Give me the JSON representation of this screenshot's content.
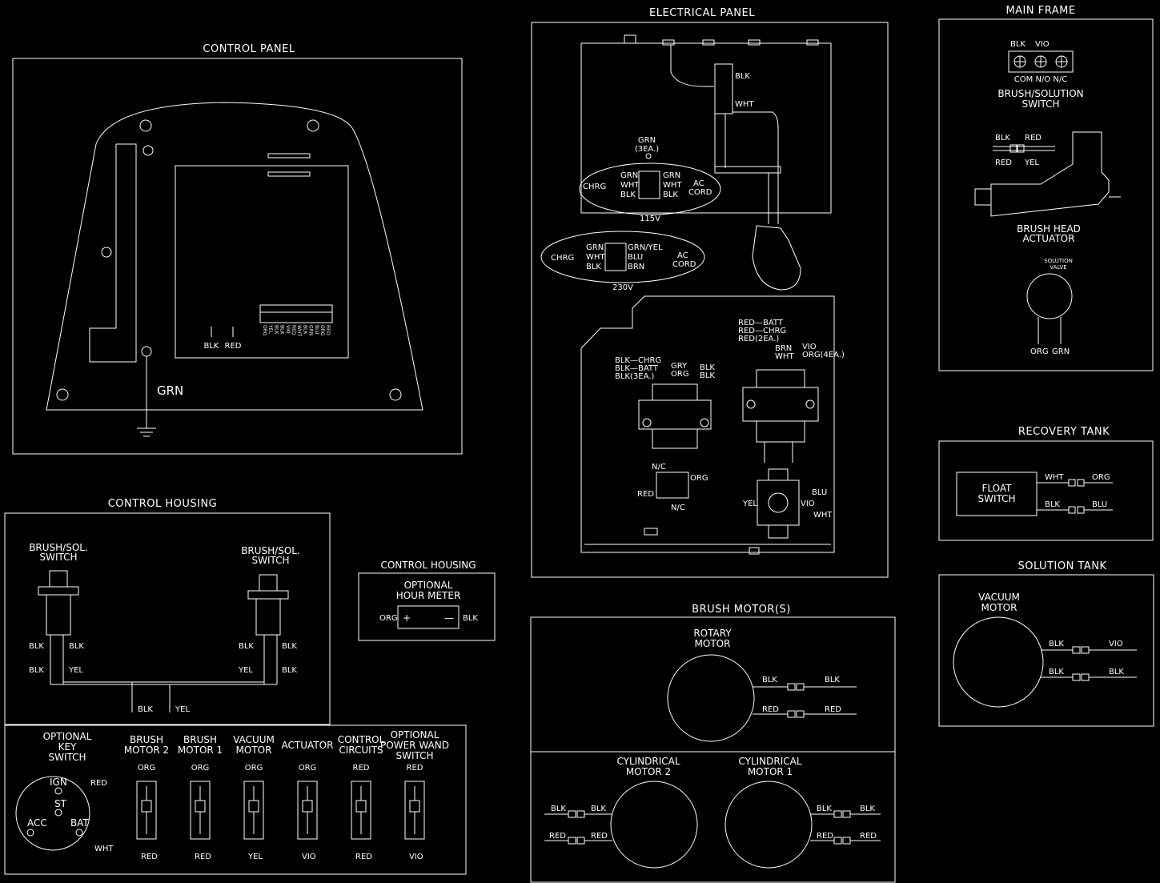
{
  "colors": {
    "background": "#000000",
    "line": "#ffffff"
  },
  "control_panel": {
    "title": "CONTROL PANEL",
    "blk": "BLK",
    "red": "RED",
    "grn": "GRN",
    "terms": [
      "ORG",
      "YEL",
      "BLK",
      "BLK",
      "VIO",
      "RED",
      "WHT",
      "BLK",
      "GRN",
      "BLU",
      "ORG",
      "RED"
    ]
  },
  "electrical_panel": {
    "title": "ELECTRICAL PANEL",
    "blk": "BLK",
    "wht": "WHT",
    "grn_3ea": [
      "GRN",
      "(3EA.)"
    ],
    "v115": {
      "chrg": "CHRG",
      "left": [
        "GRN",
        "WHT",
        "BLK"
      ],
      "right": [
        "GRN",
        "WHT",
        "BLK"
      ],
      "ac": [
        "AC",
        "CORD"
      ],
      "label": "115V"
    },
    "v230": {
      "chrg": "CHRG",
      "left": [
        "GRN",
        "WHT",
        "BLK"
      ],
      "right": [
        "GRN/YEL",
        "BLU",
        "BRN"
      ],
      "ac": [
        "AC",
        "CORD"
      ],
      "label": "230V"
    },
    "solenoid_left": [
      "BLK—CHRG",
      "BLK—BATT",
      "BLK(3EA.)"
    ],
    "solenoid_left2": [
      "GRY",
      "ORG"
    ],
    "solenoid_left3": [
      "BLK",
      "BLK"
    ],
    "solenoid_right": [
      "RED—BATT",
      "RED—CHRG",
      "RED(2EA.)"
    ],
    "solenoid_right2": [
      "BRN",
      "WHT"
    ],
    "solenoid_right3": [
      "VIO",
      "ORG(4EA.)"
    ],
    "relay": {
      "nc_top": "N/C",
      "org": "ORG",
      "red": "RED",
      "nc_bot": "N/C"
    },
    "breaker": {
      "yel": "YEL",
      "blu": "BLU",
      "vio": "VIO",
      "wht": "WHT"
    }
  },
  "main_frame": {
    "title": "MAIN FRAME",
    "blk": "BLK",
    "vio": "VIO",
    "terms": "COM  N/O  N/C",
    "switch_label": [
      "BRUSH/SOLUTION",
      "SWITCH"
    ],
    "act_top": [
      "BLK",
      "RED"
    ],
    "act_bot": [
      "RED",
      "YEL"
    ],
    "actuator_label": [
      "BRUSH HEAD",
      "ACTUATOR"
    ],
    "valve_label": [
      "SOLUTION",
      "VALVE"
    ],
    "valve_wires": [
      "ORG",
      "GRN"
    ]
  },
  "recovery_tank": {
    "title": "RECOVERY TANK",
    "float": [
      "FLOAT",
      "SWITCH"
    ],
    "w1": [
      "WHT",
      "ORG"
    ],
    "w2": [
      "BLK",
      "BLU"
    ]
  },
  "solution_tank": {
    "title": "SOLUTION TANK",
    "motor": [
      "VACUUM",
      "MOTOR"
    ],
    "w1": [
      "BLK",
      "VIO"
    ],
    "w2": [
      "BLK",
      "BLK"
    ]
  },
  "control_housing": {
    "title": "CONTROL HOUSING",
    "left_switch": [
      "BRUSH/SOL.",
      "SWITCH"
    ],
    "right_switch": [
      "BRUSH/SOL.",
      "SWITCH"
    ],
    "left_wires": [
      "BLK",
      "BLK",
      "BLK",
      "YEL"
    ],
    "right_wires": [
      "BLK",
      "BLK",
      "YEL",
      "BLK"
    ],
    "bottom": [
      "BLK",
      "YEL"
    ]
  },
  "hour_meter": {
    "title": "CONTROL HOUSING",
    "label": [
      "OPTIONAL",
      "HOUR METER"
    ],
    "org": "ORG",
    "blk": "BLK",
    "plus": "+",
    "minus": "—"
  },
  "breakers": {
    "key": {
      "label": [
        "OPTIONAL",
        "KEY",
        "SWITCH"
      ],
      "ign": "IGN",
      "st": "ST",
      "acc": "ACC",
      "bat": "BAT",
      "red": "RED",
      "wht": "WHT"
    },
    "items": [
      {
        "label": [
          "BRUSH",
          "MOTOR 2"
        ],
        "top": "ORG",
        "bottom": "RED"
      },
      {
        "label": [
          "BRUSH",
          "MOTOR 1"
        ],
        "top": "ORG",
        "bottom": "RED"
      },
      {
        "label": [
          "VACUUM",
          "MOTOR"
        ],
        "top": "ORG",
        "bottom": "YEL"
      },
      {
        "label": [
          "ACTUATOR"
        ],
        "top": "ORG",
        "bottom": "VIO"
      },
      {
        "label": [
          "CONTROL",
          "CIRCUITS"
        ],
        "top": "RED",
        "bottom": "RED"
      },
      {
        "label": [
          "OPTIONAL",
          "POWER WAND",
          "SWITCH"
        ],
        "top": "RED",
        "bottom": "VIO"
      }
    ]
  },
  "brush_motors": {
    "title": "BRUSH MOTOR(S)",
    "rotary": {
      "label": [
        "ROTARY",
        "MOTOR"
      ],
      "w1": [
        "BLK",
        "BLK"
      ],
      "w2": [
        "RED",
        "RED"
      ]
    },
    "cyl2": {
      "label": [
        "CYLINDRICAL",
        "MOTOR 2"
      ],
      "w1": [
        "BLK",
        "BLK"
      ],
      "w2": [
        "RED",
        "RED"
      ]
    },
    "cyl1": {
      "label": [
        "CYLINDRICAL",
        "MOTOR 1"
      ],
      "w1": [
        "BLK",
        "BLK"
      ],
      "w2": [
        "RED",
        "RED"
      ]
    }
  }
}
